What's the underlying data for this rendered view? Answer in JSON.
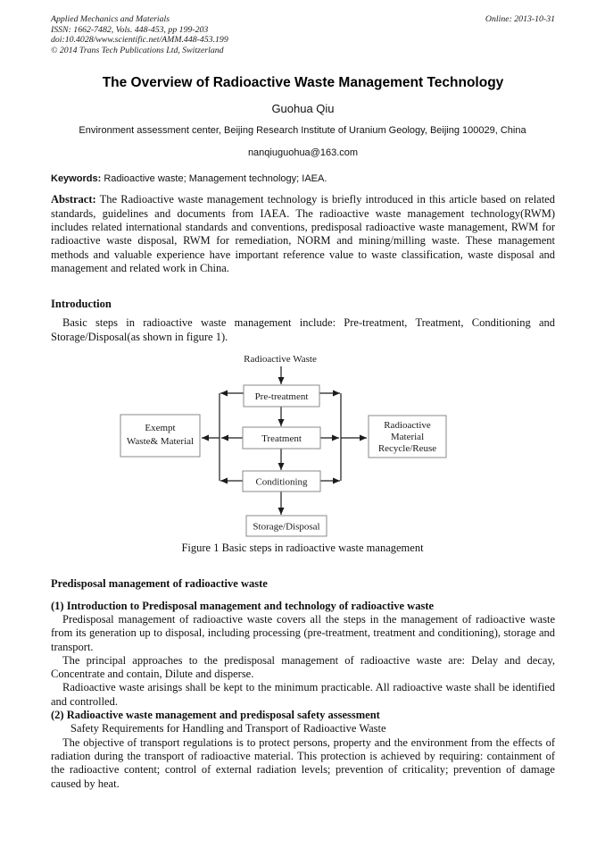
{
  "header": {
    "journal": "Applied Mechanics and Materials",
    "issn": "ISSN: 1662-7482, Vols. 448-453, pp 199-203",
    "doi": "doi:10.4028/www.scientific.net/AMM.448-453.199",
    "copyright": "© 2014 Trans Tech Publications Ltd, Switzerland",
    "online": "Online: 2013-10-31"
  },
  "title_block": {
    "title": "The Overview of Radioactive Waste Management Technology",
    "author": "Guohua Qiu",
    "affiliation": "Environment assessment center, Beijing Research Institute of Uranium Geology, Beijing 100029, China",
    "email": "nanqiuguohua@163.com"
  },
  "keywords": {
    "label": "Keywords:",
    "text": "Radioactive waste; Management technology; IAEA."
  },
  "abstract": {
    "label": "Abstract:",
    "text": "The Radioactive waste management technology is briefly introduced in this article based on related standards, guidelines and documents from IAEA. The radioactive waste management technology(RWM) includes related international standards and conventions, predisposal radioactive waste management, RWM for radioactive waste disposal, RWM for remediation, NORM and mining/milling waste. These management methods and valuable experience have important reference value to waste classification, waste disposal and management and related work in China."
  },
  "intro": {
    "heading": "Introduction",
    "p1": "Basic steps in radioactive waste management include: Pre-treatment, Treatment, Conditioning and Storage/Disposal(as shown in figure 1)."
  },
  "figure": {
    "top_label": "Radioactive Waste",
    "nodes": [
      "Pre-treatment",
      "Treatment",
      "Conditioning",
      "Storage/Disposal"
    ],
    "left_node_lines": [
      "Exempt",
      "Waste& Material"
    ],
    "right_node_lines": [
      "Radioactive",
      "Material",
      "Recycle/Reuse"
    ],
    "caption": "Figure 1 Basic steps in radioactive waste management"
  },
  "predisposal": {
    "heading": "Predisposal management of radioactive waste",
    "sub1": "(1) Introduction to Predisposal management and technology of radioactive waste",
    "p1": "Predisposal management of radioactive waste covers all the steps in the management of radioactive waste from its generation up to disposal, including processing (pre-treatment, treatment and conditioning), storage and transport.",
    "p2": "The principal approaches to the predisposal management of radioactive waste are: Delay and decay, Concentrate and contain, Dilute and disperse.",
    "p3": "Radioactive waste arisings shall be kept to the minimum practicable. All radioactive waste shall be identified and controlled.",
    "sub2": "(2) Radioactive waste management and predisposal safety assessment",
    "safety_line": "Safety Requirements for Handling and Transport of Radioactive Waste",
    "p4": "The objective of transport regulations is to protect persons, property and the environment from the effects of radiation during the transport of radioactive material. This protection is achieved by requiring: containment of the radioactive content; control of external radiation levels; prevention of criticality; prevention of damage caused by heat."
  }
}
